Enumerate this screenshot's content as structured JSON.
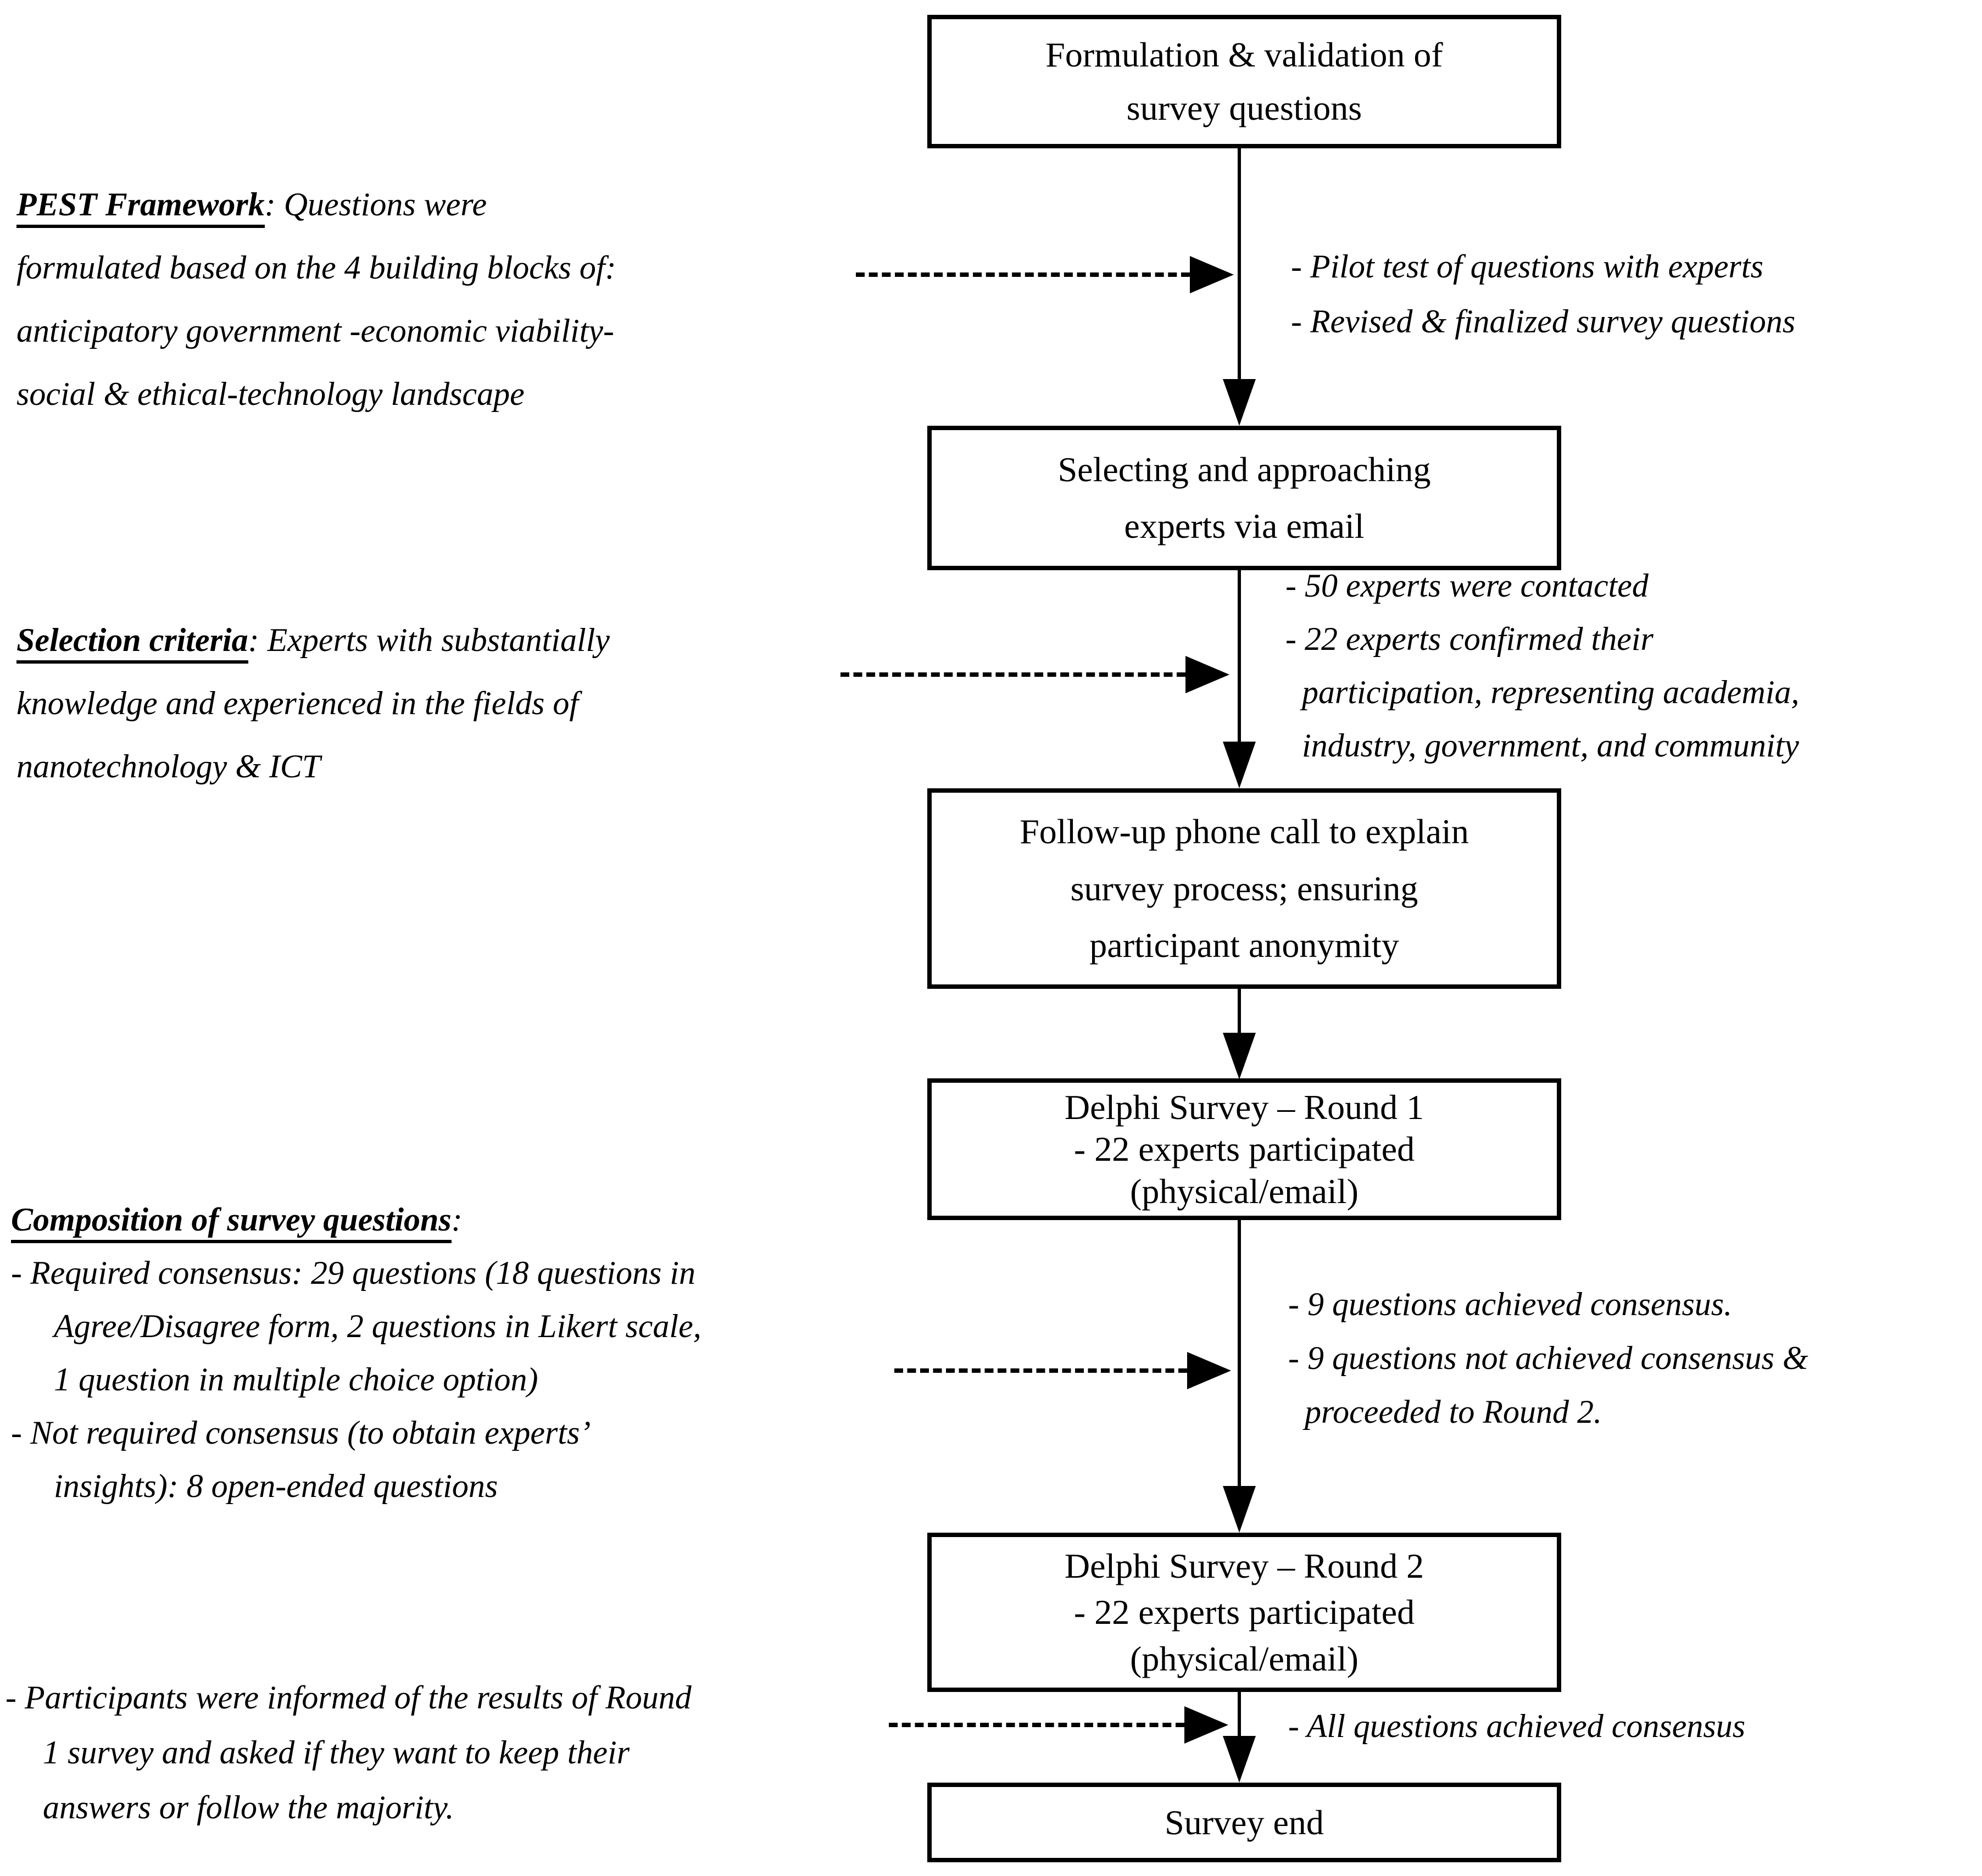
{
  "diagram": {
    "type": "flowchart",
    "colors": {
      "ink": "#000000",
      "background": "#ffffff"
    },
    "boxes": [
      {
        "id": "formulation",
        "lines": [
          "Formulation & validation of",
          "survey questions"
        ]
      },
      {
        "id": "selecting",
        "lines": [
          "Selecting and approaching",
          "experts via email"
        ]
      },
      {
        "id": "followup",
        "lines": [
          "Follow-up phone call to explain",
          "survey process; ensuring",
          "participant anonymity"
        ]
      },
      {
        "id": "round1",
        "lines": [
          "Delphi Survey – Round 1",
          "- 22 experts participated",
          "(physical/email)"
        ]
      },
      {
        "id": "round2",
        "lines": [
          "Delphi Survey – Round 2",
          "- 22 experts participated",
          "(physical/email)"
        ]
      },
      {
        "id": "end",
        "lines": [
          "Survey end"
        ]
      }
    ],
    "left_notes": {
      "pest": {
        "heading": "PEST Framework",
        "after_heading": ": Questions were",
        "lines": [
          "formulated based on the 4 building blocks of:",
          "anticipatory government -economic viability-",
          "social & ethical-technology landscape"
        ]
      },
      "selection": {
        "heading": "Selection criteria",
        "after_heading": ": Experts with substantially",
        "lines": [
          "knowledge and experienced in the fields of",
          "nanotechnology & ICT"
        ]
      },
      "composition": {
        "heading": "Composition of survey questions",
        "after_heading": ":",
        "lines": [
          "- Required consensus: 29 questions (18 questions in",
          "Agree/Disagree form, 2 questions in Likert scale,",
          "1 question in multiple choice option)",
          "- Not required consensus (to obtain experts’",
          "insights): 8 open-ended questions"
        ]
      },
      "participants": {
        "lines": [
          "- Participants were informed of the results of Round",
          "1 survey and asked if they want to keep their",
          "answers or follow the majority."
        ]
      }
    },
    "right_notes": {
      "pilot": {
        "lines": [
          "- Pilot test of questions with experts",
          "- Revised & finalized survey questions"
        ]
      },
      "experts": {
        "lines": [
          "- 50 experts were contacted",
          "- 22 experts confirmed their",
          "participation, representing academia,",
          "industry, government, and community"
        ]
      },
      "round1_results": {
        "lines": [
          "- 9 questions achieved consensus.",
          "- 9 questions not achieved consensus &",
          "proceeded to Round 2."
        ]
      },
      "round2_results": {
        "lines": [
          "- All questions achieved consensus"
        ]
      }
    }
  }
}
